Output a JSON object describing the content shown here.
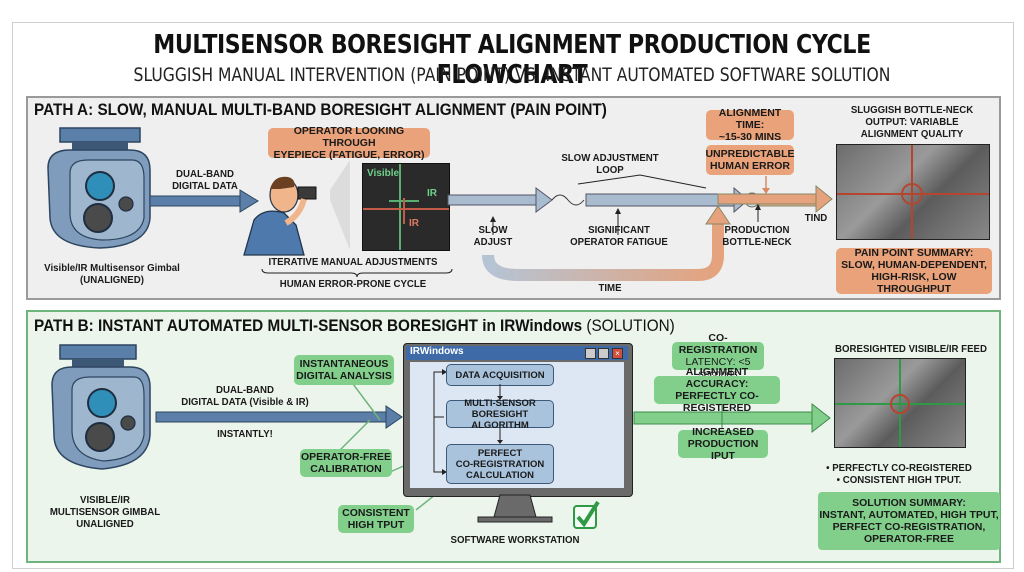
{
  "header": {
    "title": "MULTISENSOR BORESIGHT ALIGNMENT PRODUCTION CYCLE FLOWCHART",
    "subtitle": "SLUGGISH MANUAL INTERVENTION (PAIN POINT) VS. INSTANT AUTOMATED SOFTWARE SOLUTION"
  },
  "path_a": {
    "title": "PATH A: SLOW, MANUAL MULTI-BAND BORESIGHT ALIGNMENT (PAIN POINT)",
    "gimbal_label_1": "Visible/IR Multisensor Gimbal",
    "gimbal_label_2": "(UNALIGNED)",
    "data_label_1": "DUAL-BAND",
    "data_label_2": "DIGITAL DATA",
    "operator_callout_1": "OPERATOR LOOKING THROUGH",
    "operator_callout_2": "EYEPIECE (FATIGUE, ERROR)",
    "eyepiece_visible": "Visible",
    "eyepiece_ir_h": "IR",
    "eyepiece_ir_v": "IR",
    "iterative_label": "ITERATIVE MANUAL ADJUSTMENTS",
    "cycle_label": "HUMAN ERROR-PRONE CYCLE",
    "loop_label_1": "SLOW ADJUSTMENT",
    "loop_label_2": "LOOP",
    "slow_adjust_1": "SLOW",
    "slow_adjust_2": "ADJUST",
    "fatigue_1": "SIGNIFICANT",
    "fatigue_2": "OPERATOR FATIGUE",
    "time_label": "TIME",
    "alignment_time_1": "ALIGNMENT TIME:",
    "alignment_time_2": "~15-30 MINS",
    "human_error_1": "UNPREDICTABLE",
    "human_error_2": "HUMAN ERROR",
    "bottleneck_1": "PRODUCTION",
    "bottleneck_2": "BOTTLE-NECK",
    "tind_label": "TIND",
    "output_label_1": "SLUGGISH BOTTLE-NECK",
    "output_label_2": "OUTPUT: VARIABLE",
    "output_label_3": "ALIGNMENT QUALITY",
    "summary_1": "PAIN POINT SUMMARY:",
    "summary_2": "SLOW, HUMAN-DEPENDENT,",
    "summary_3": "HIGH-RISK, LOW THROUGHPUT"
  },
  "path_b": {
    "title_bold": "PATH B: INSTANT AUTOMATED MULTI-SENSOR BORESIGHT in IRWindows",
    "title_normal": " (SOLUTION)",
    "gimbal_label_1": "VISIBLE/IR",
    "gimbal_label_2": "MULTISENSOR GIMBAL",
    "gimbal_label_3": "UNALIGNED",
    "data_label_1": "DUAL-BAND",
    "data_label_2": "DIGITAL DATA (Visible & IR)",
    "instantly": "INSTANTLY!",
    "callout_analysis_1": "INSTANTANEOUS",
    "callout_analysis_2": "DIGITAL ANALYSIS",
    "callout_calibration_1": "OPERATOR-FREE",
    "callout_calibration_2": "CALIBRATION",
    "callout_tput_1": "CONSISTENT",
    "callout_tput_2": "HIGH TPUT",
    "window_title": "IRWindows",
    "step_1": "DATA ACQUISITION",
    "step_2_1": "MULTI-SENSOR",
    "step_2_2": "BORESIGHT ALGORITHM",
    "step_3_1": "PERFECT",
    "step_3_2": "CO-REGISTRATION",
    "step_3_3": "CALCULATION",
    "workstation_label": "SOFTWARE WORKSTATION",
    "latency_1": "CO-REGISTRATION",
    "latency_2": "LATENCY: <5 seconds",
    "accuracy_1": "ALIGNMENT ACCURACY:",
    "accuracy_2": "PERFECTLY CO-REGISTERED",
    "production_1": "INCREASED",
    "production_2": "PRODUCTION IPUT",
    "feed_label": "BORESIGHTED VISIBLE/IR FEED",
    "bullet_1": "• PERFECTLY CO-REGISTERED",
    "bullet_2": "• CONSISTENT HIGH TPUT.",
    "summary_1": "SOLUTION SUMMARY:",
    "summary_2": "INSTANT, AUTOMATED, HIGH TPUT,",
    "summary_3": "PERFECT CO-REGISTRATION,",
    "summary_4": "OPERATOR-FREE"
  },
  "colors": {
    "pain_orange": "#e9a27a",
    "solution_green": "#82cf8c",
    "steel_blue": "#5b7fa8",
    "crosshair_red": "#b5452e",
    "crosshair_green": "#2f9a45"
  }
}
